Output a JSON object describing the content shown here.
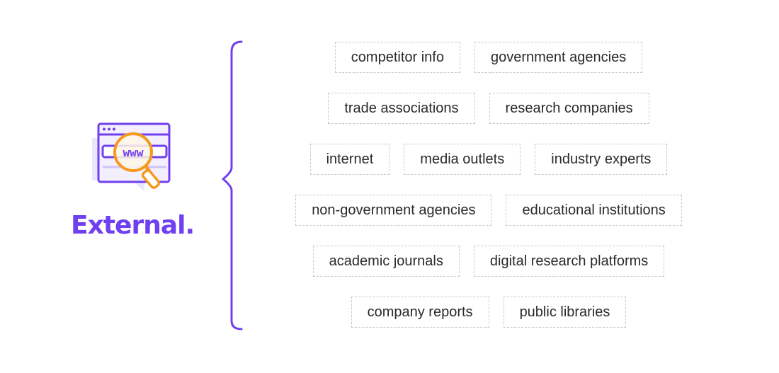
{
  "title": "External.",
  "icon": "web-search-icon",
  "colors": {
    "accent": "#7040f0",
    "magnifier": "#f59a1c",
    "chip_border": "#c8c8c8"
  },
  "rows": [
    [
      "competitor info",
      "government agencies"
    ],
    [
      "trade associations",
      "research companies"
    ],
    [
      "internet",
      "media outlets",
      "industry experts"
    ],
    [
      "non-government agencies",
      "educational institutions"
    ],
    [
      "academic journals",
      "digital research platforms"
    ],
    [
      "company reports",
      "public libraries"
    ]
  ],
  "icon_text": "www"
}
